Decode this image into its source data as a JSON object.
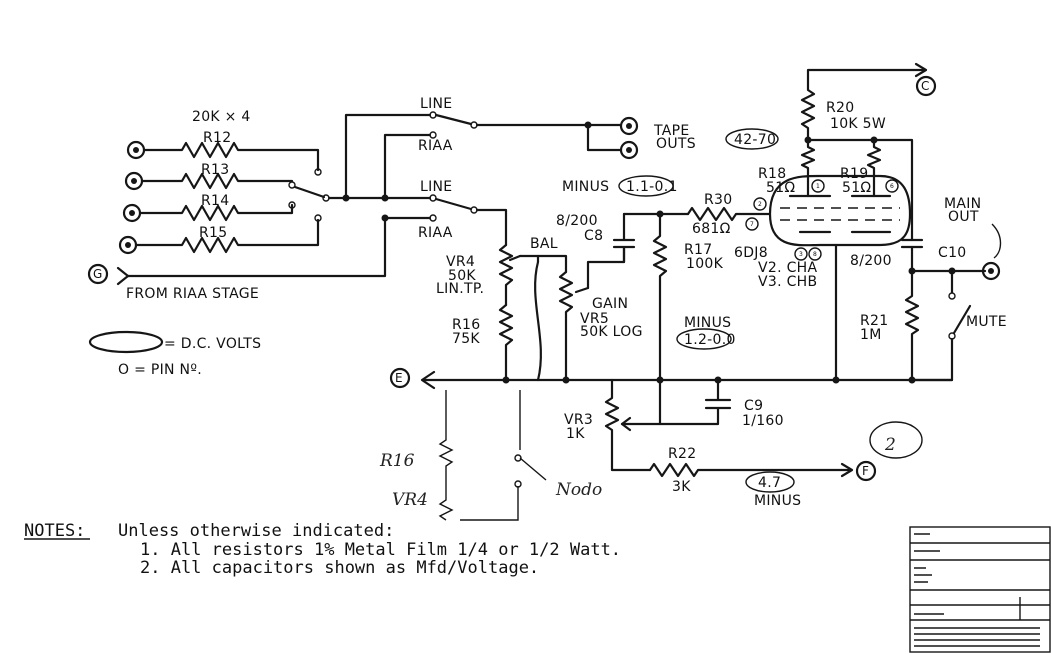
{
  "switch_labels": {
    "line_top": "LINE",
    "riaa_top": "RIAA",
    "line_bottom": "LINE",
    "riaa_bottom": "RIAA",
    "resistor_network": "20K × 4"
  },
  "resistors": {
    "r12": "R12",
    "r13": "R13",
    "r14": "R14",
    "r15": "R15",
    "r16": "R16",
    "r16_value": "75K",
    "r17": "R17",
    "r17_value": "100K",
    "r18": "R18",
    "r18_value": "51Ω",
    "r19": "R19",
    "r19_value": "51Ω",
    "r20": "R20",
    "r20_value": "10K 5W",
    "r21": "R21",
    "r21_value": "1M",
    "r22": "R22",
    "r22_value": "3K",
    "r30": "R30",
    "r30_value": "681Ω"
  },
  "pots": {
    "vr3": "VR3",
    "vr3_value": "1K",
    "vr4": "VR4",
    "vr4_value": "50K",
    "vr4_type": "LIN.TP.",
    "vr5": "VR5",
    "vr5_value": "50K LOG",
    "bal": "BAL",
    "gain": "GAIN"
  },
  "capacitors": {
    "c8": "C8",
    "c8_value": "8/200",
    "c9": "C9",
    "c9_value": "1/160",
    "c10": "C10",
    "c10_value": "8/200"
  },
  "tube": {
    "type": "6DJ8",
    "ch_a": "V2. CHA",
    "ch_b": "V3. CHB",
    "pin1": "1",
    "pin2": "2",
    "pin3": "3",
    "pin6": "6",
    "pin7": "7",
    "pin8": "8"
  },
  "voltages": {
    "minus_label_1": "MINUS",
    "v1": "1.1-0.1",
    "minus_label_2": "MINUS",
    "v2": "1.2-0.0",
    "v3": "42-70",
    "v4": "4.7",
    "minus_label_3": "MINUS"
  },
  "connectors": {
    "c": "C",
    "e": "E",
    "f": "F",
    "g": "G",
    "tape_outs_1": "TAPE",
    "tape_outs_2": "OUTS",
    "main_out_1": "MAIN",
    "main_out_2": "OUT",
    "mute": "MUTE",
    "from_riaa": "FROM RIAA STAGE"
  },
  "legend": {
    "dc_volts": "= D.C. VOLTS",
    "pin_no": "O = PIN Nº."
  },
  "handwritten": {
    "r16": "R16",
    "vr4": "VR4",
    "note": "Nodo",
    "page_number": "2"
  },
  "notes": {
    "heading": "NOTES:",
    "intro": "Unless otherwise indicated:",
    "item1": "1. All resistors 1% Metal Film 1/4 or 1/2 Watt.",
    "item2": "2. All capacitors shown as Mfd/Voltage."
  }
}
